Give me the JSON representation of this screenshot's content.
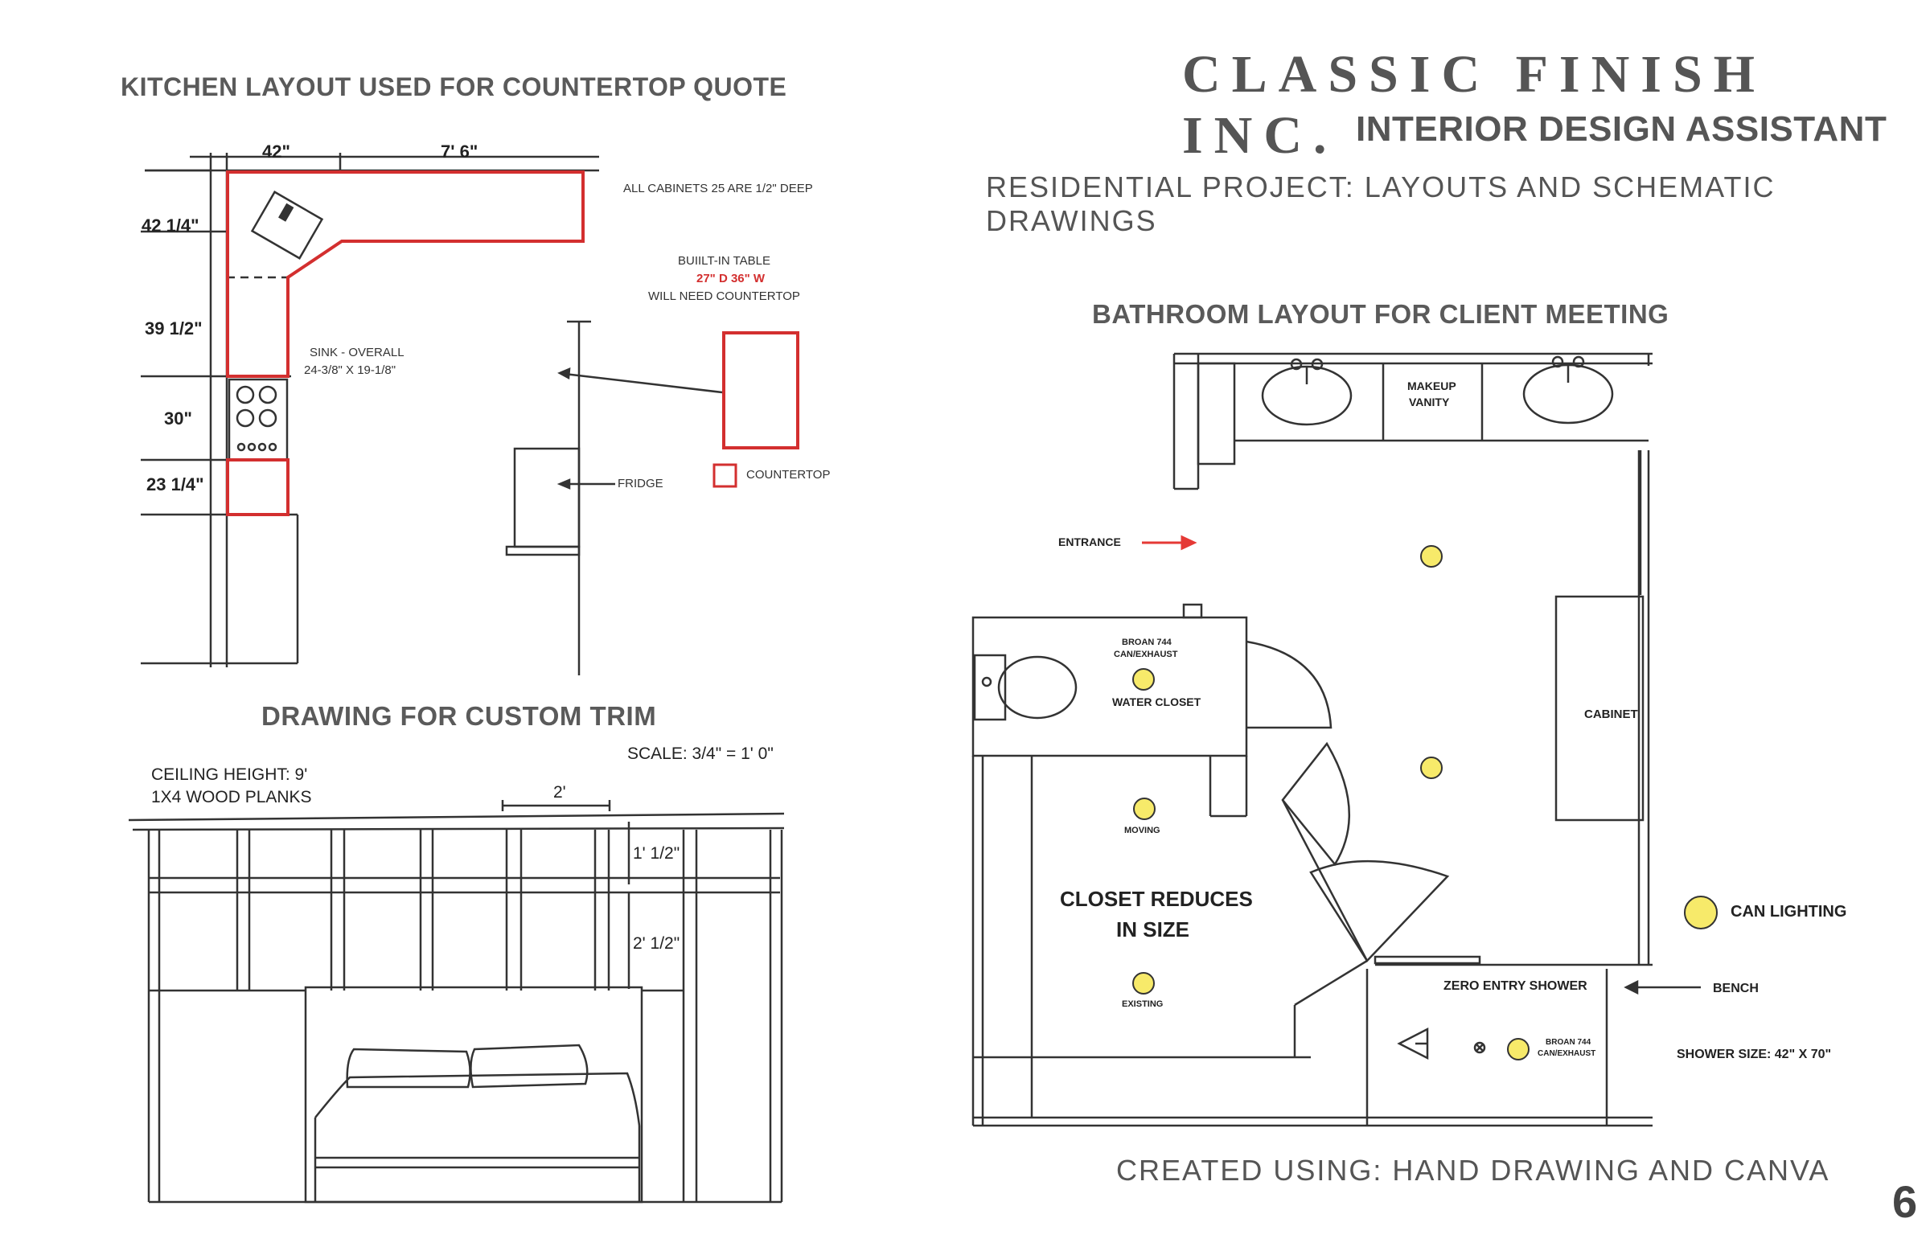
{
  "brand": {
    "company": "CLASSIC FINISH INC.",
    "role": "INTERIOR DESIGN ASSISTANT",
    "project": "RESIDENTIAL PROJECT: LAYOUTS AND SCHEMATIC DRAWINGS",
    "footer": "CREATED USING: HAND DRAWING AND CANVA",
    "page_number": "6"
  },
  "kitchen": {
    "title": "KITCHEN LAYOUT USED FOR COUNTERTOP QUOTE",
    "dim_top_left": "42\"",
    "dim_top_right": "7' 6\"",
    "dim_left_1": "42 1/4\"",
    "dim_left_2": "39 1/2\"",
    "dim_left_3": "30\"",
    "dim_left_4": "23 1/4\"",
    "cabinet_note": "ALL CABINETS 25  ARE 1/2\" DEEP",
    "sink_label_1": "SINK - OVERALL",
    "sink_label_2": "24-3/8\" X 19-1/8\"",
    "table_label_1": "BUIILT-IN TABLE",
    "table_label_2": "27\" D 36\" W",
    "table_label_3": "WILL NEED COUNTERTOP",
    "fridge_label": "FRIDGE",
    "legend_countertop": "COUNTERTOP",
    "countertop_color": "#d32f2f"
  },
  "trim": {
    "title": "DRAWING FOR CUSTOM TRIM",
    "scale": "SCALE: 3/4\" =  1' 0\"",
    "ceiling": "CEILING HEIGHT: 9'",
    "planks": "1X4 WOOD PLANKS",
    "dim_2ft": "2'",
    "dim_upper": "1' 1/2\"",
    "dim_lower": "2' 1/2\""
  },
  "bathroom": {
    "title": "BATHROOM LAYOUT FOR CLIENT MEETING",
    "makeup_vanity_1": "MAKEUP",
    "makeup_vanity_2": "VANITY",
    "entrance": "ENTRANCE",
    "broan_1": "BROAN 744",
    "broan_2": "CAN/EXHAUST",
    "water_closet": "WATER CLOSET",
    "cabinet": "CABINET",
    "moving": "MOVING",
    "closet_1": "CLOSET REDUCES",
    "closet_2": "IN SIZE",
    "existing": "EXISTING",
    "shower": "ZERO ENTRY SHOWER",
    "bench": "BENCH",
    "shower_size": "SHOWER SIZE: 42\" X 70\"",
    "broan_b1": "BROAN 744",
    "broan_b2": "CAN/EXHAUST",
    "can_lighting": "CAN LIGHTING",
    "light_color": "#f7ea6a",
    "arrow_color": "#e53935"
  }
}
